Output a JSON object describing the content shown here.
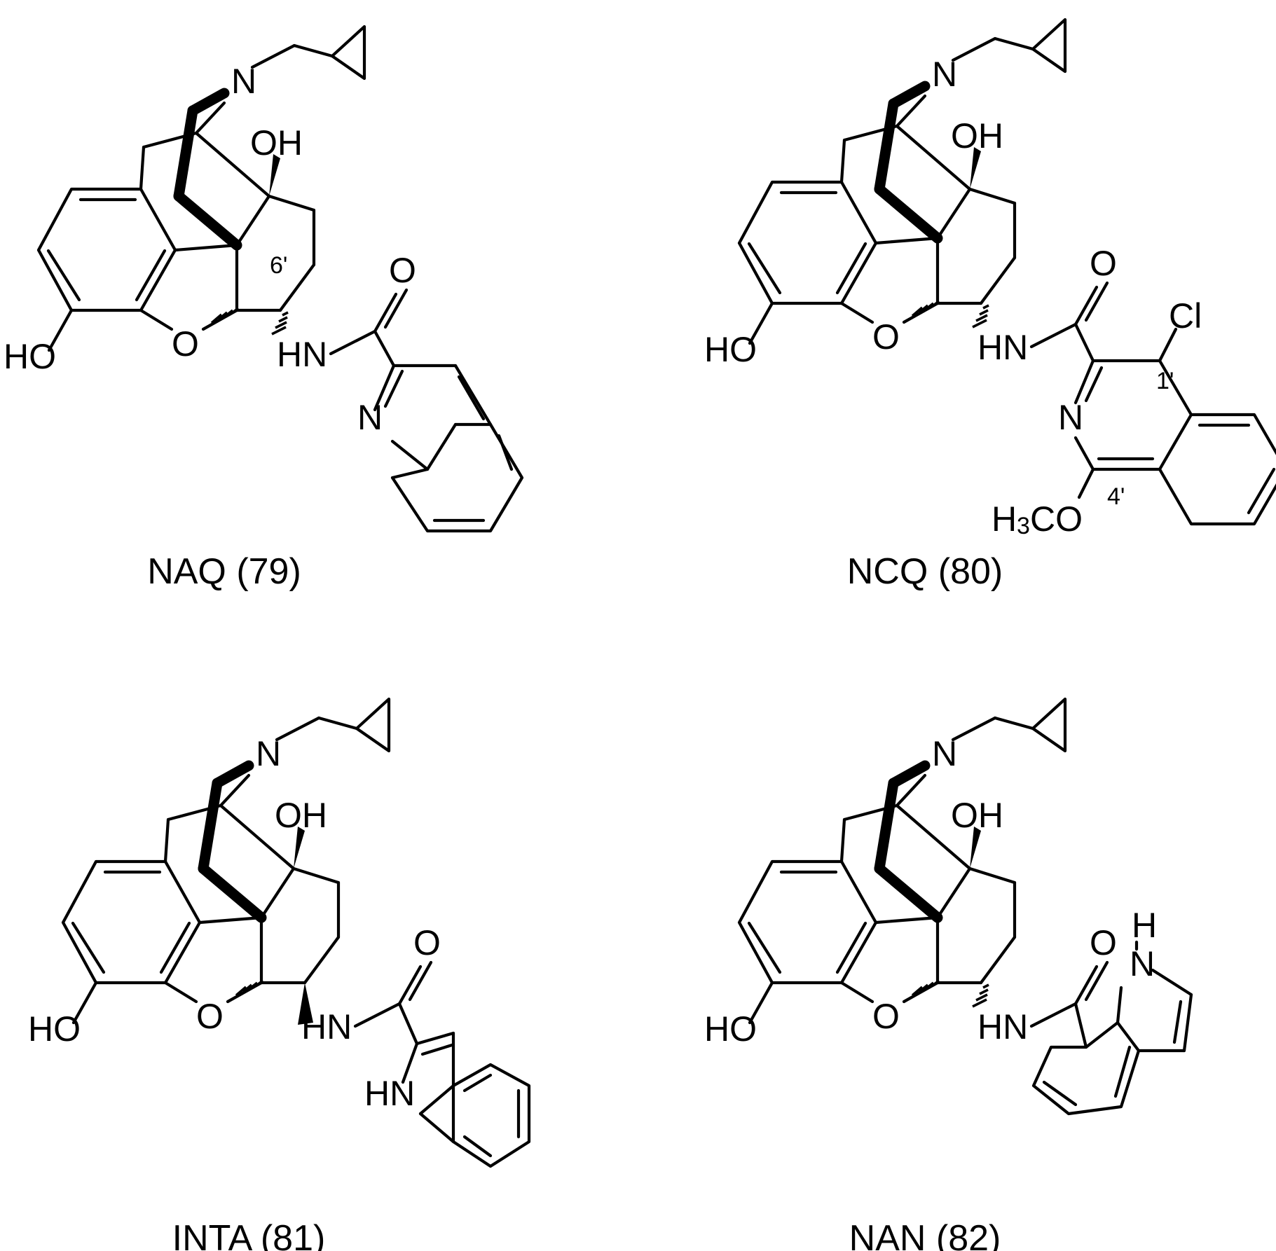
{
  "atoms": {
    "n": "N",
    "oh": "OH",
    "ho": "HO",
    "o": "O",
    "hn": "HN",
    "c_o": "O",
    "nq": "N",
    "cl": "Cl",
    "h3co_h": "H",
    "h3co_3": "3",
    "h3co_co": "CO",
    "hn_indole": "HN",
    "h_indole": "H",
    "n_indole": "N"
  },
  "labels": {
    "pos6": "6'",
    "pos1": "1'",
    "pos4": "4'"
  },
  "compounds": [
    {
      "caption": "NAQ (79)"
    },
    {
      "caption": "NCQ (80)"
    },
    {
      "caption": "INTA (81)"
    },
    {
      "caption": "NAN (82)"
    }
  ]
}
